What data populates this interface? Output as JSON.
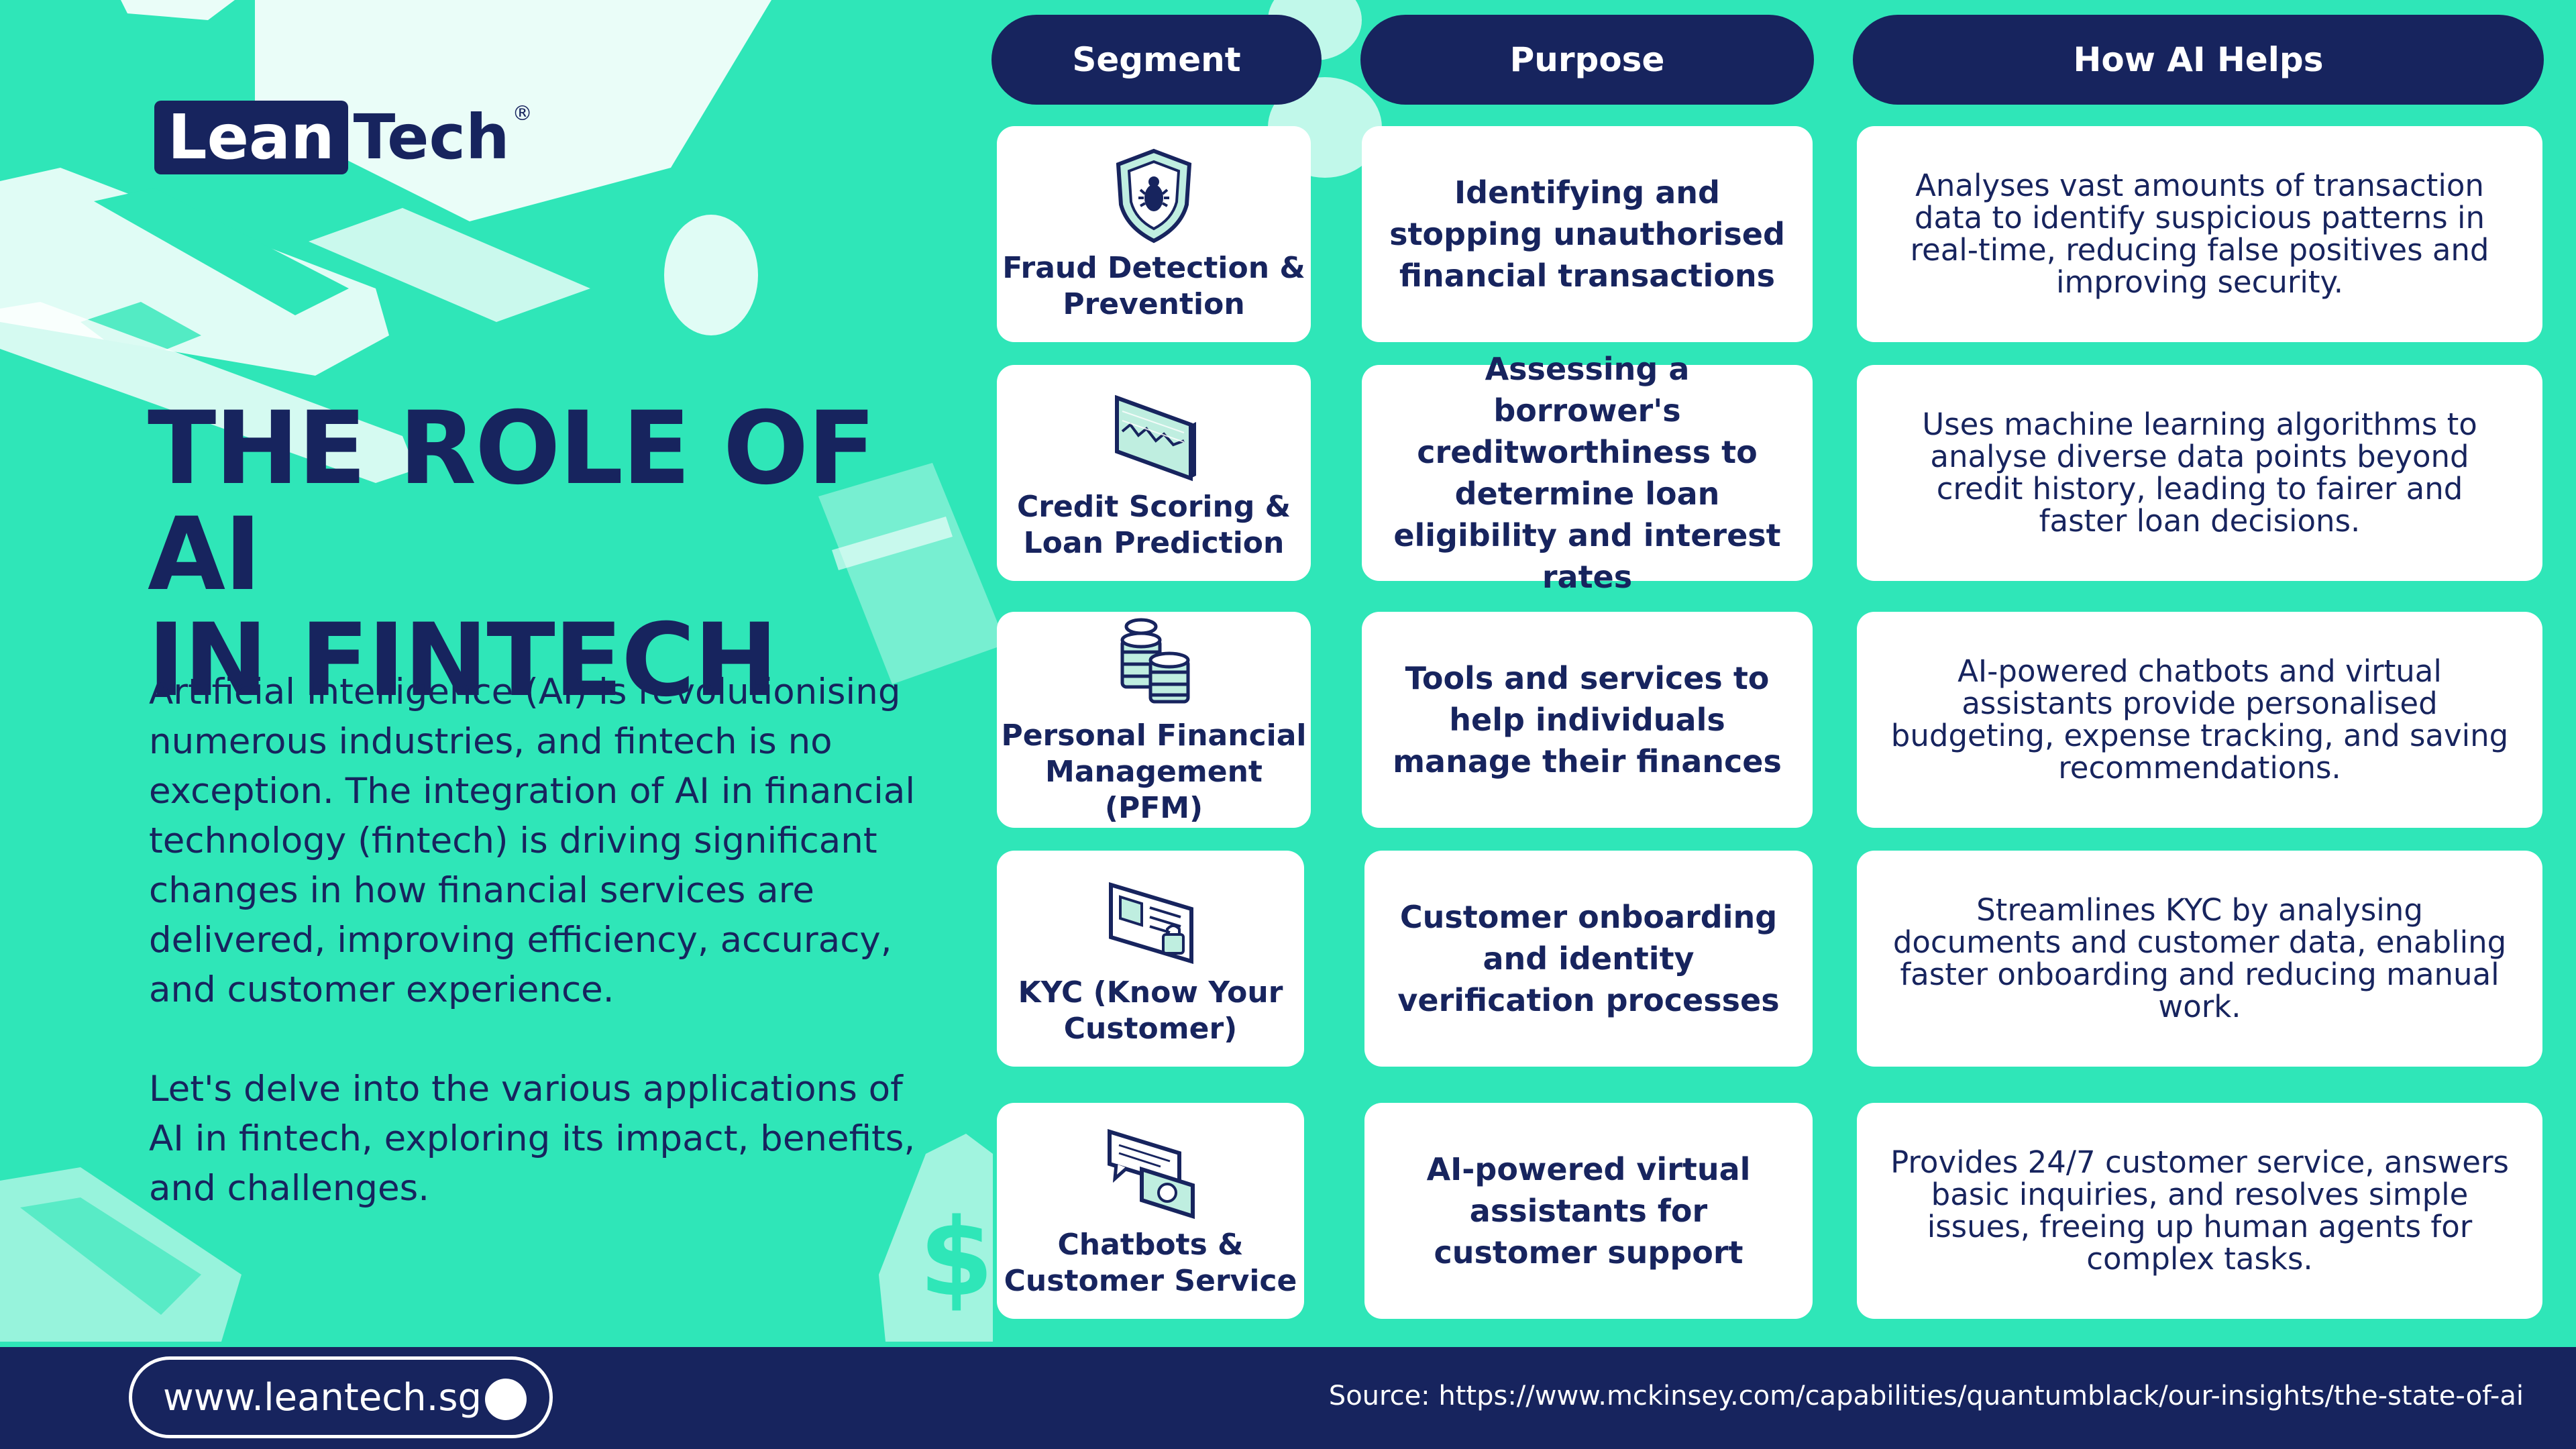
{
  "brand": {
    "logo_box": "Lean",
    "logo_rest": "Tech",
    "logo_reg": "®"
  },
  "title": {
    "line1": "THE ROLE OF AI",
    "line2": "IN FINTECH"
  },
  "intro": {
    "paragraph1": "Artificial Intelligence (AI) is revolutionising numerous industries, and fintech is no exception. The integration of AI in financial technology (fintech) is driving significant changes in how financial services are delivered, improving efficiency, accuracy, and customer experience.",
    "paragraph2": "Let's delve into the various applications of AI in fintech, exploring its impact, benefits, and challenges."
  },
  "table": {
    "headers": {
      "segment": "Segment",
      "purpose": "Purpose",
      "help": "How AI Helps"
    },
    "rows": [
      {
        "segment": "Fraud Detection & Prevention",
        "icon": "shield-bug-icon",
        "purpose": "Identifying and stopping unauthorised financial transactions",
        "help": "Analyses vast amounts of transaction data to identify suspicious patterns in real-time, reducing false positives and improving security."
      },
      {
        "segment": "Credit Scoring & Loan Prediction",
        "icon": "chart-screen-icon",
        "purpose": "Assessing a borrower's creditworthiness to determine loan eligibility and interest rates",
        "help": "Uses machine learning algorithms to analyse diverse data points beyond credit history, leading to fairer and faster loan decisions."
      },
      {
        "segment": "Personal Financial Management (PFM)",
        "icon": "coin-stacks-icon",
        "purpose": "Tools and services to help individuals manage their finances",
        "help": "AI-powered chatbots and virtual assistants provide personalised budgeting, expense tracking, and saving recommendations."
      },
      {
        "segment": "KYC (Know Your Customer)",
        "icon": "id-card-lock-icon",
        "purpose": "Customer onboarding and identity verification processes",
        "help": "Streamlines KYC by analysing documents and customer data, enabling faster onboarding and reducing manual work."
      },
      {
        "segment": "Chatbots & Customer Service",
        "icon": "chat-bubbles-icon",
        "purpose": "AI-powered virtual assistants for customer support",
        "help": "Provides 24/7 customer service, answers basic inquiries, and resolves simple issues, freeing up human agents for complex tasks."
      }
    ]
  },
  "footer": {
    "url": "www.leantech.sg",
    "source": "Source: https://www.mckinsey.com/capabilities/quantumblack/our-insights/the-state-of-ai"
  },
  "colors": {
    "background": "#2fe6b8",
    "navy": "#17245e",
    "card": "#ffffff"
  }
}
